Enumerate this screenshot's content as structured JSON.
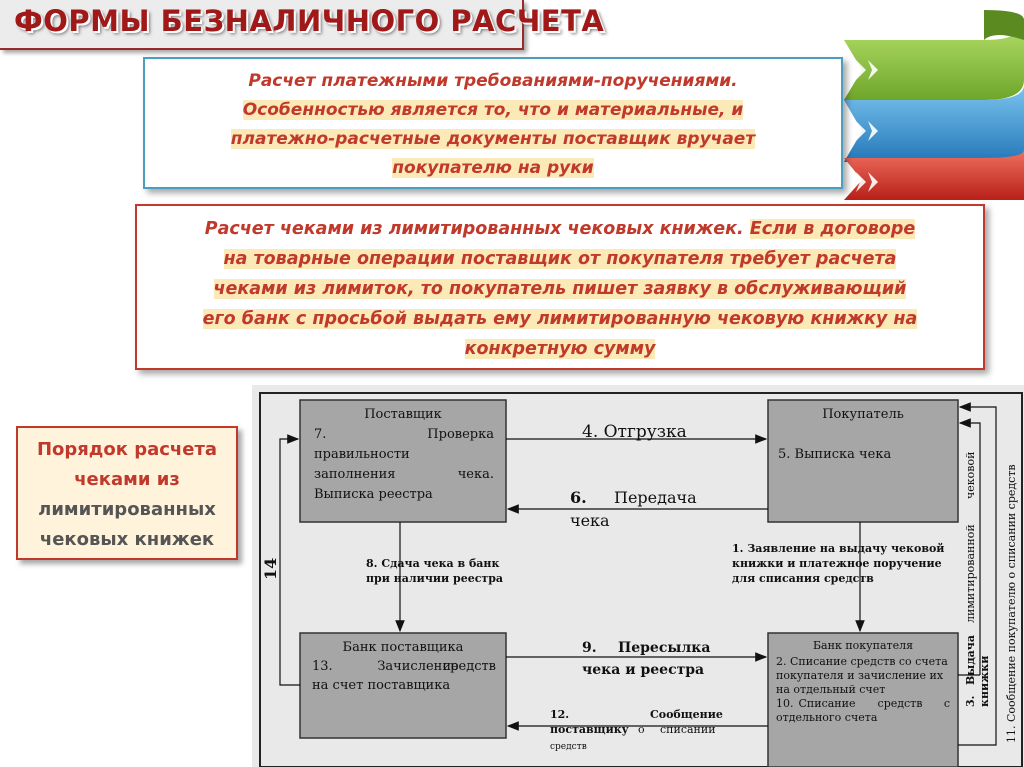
{
  "title": "ФОРМЫ БЕЗНАЛИЧНОГО РАСЧЕТА",
  "box1": {
    "line1": "Расчет платежными требованиями-поручениями.",
    "line2": "Особенностью является то, что и материальные, и",
    "line3": "платежно-расчетные документы поставщик вручает",
    "line4": "покупателю на руки"
  },
  "box2": {
    "line1a": "Расчет чеками из лимитированных чековых книжек.",
    "line1b": "Если в договоре",
    "line2": "на товарные операции поставщик от покупателя требует расчета",
    "line3": "чеками из лимиток, то покупатель пишет заявку в обслуживающий",
    "line4": "его банк с просьбой выдать ему лимитированную чековую книжку на",
    "line5": "конкретную сумму"
  },
  "side": {
    "line1": "Порядок расчета",
    "line2": "чеками из",
    "line3": "лимитированных",
    "line4": "чековых книжек"
  },
  "diagram": {
    "supplier": {
      "title": "Поставщик",
      "l1a": "7.",
      "l1b": "Проверка",
      "l2": "правильности",
      "l3a": "заполнения",
      "l3b": "чека.",
      "l4": "Выписка реестра"
    },
    "buyer": {
      "title": "Покупатель",
      "l1": "5. Выписка чека"
    },
    "supplier_bank": {
      "title": "Банк поставщика",
      "l1a": "13.",
      "l1b": "Зачисление",
      "l1c": "средств",
      "l2": "на счет поставщика"
    },
    "buyer_bank": {
      "title": "Банк покупателя",
      "l1": "2. Списание средств со счета",
      "l2": "покупателя и зачисление их",
      "l3": "на отдельный счет",
      "l4a": "10.",
      "l4b": "Списание",
      "l4c": "средств",
      "l4d": "с",
      "l5": "отдельного счета"
    },
    "step4": "4. Отгрузка",
    "step6a": "6.",
    "step6b": "Передача",
    "step6c": "чека",
    "step8a": "8. Сдача чека в банк",
    "step8b": "при наличии реестра",
    "step1a": "1. Заявление на выдачу чековой",
    "step1b": "книжки и платежное поручение",
    "step1c": "для списания средств",
    "step9a": "9.",
    "step9b": "Пересылка",
    "step9c": "чека и реестра",
    "step12a": "12.",
    "step12b": "Сообщение",
    "step12c": "поставщику",
    "step12d": "о",
    "step12e": "списании",
    "step12f": "средств",
    "step14": "14",
    "step3a": "3.",
    "step3b": "Выдача",
    "step3c": "лимитированной",
    "step3d": "чековой",
    "step3e": "книжки",
    "step11": "11. Сообщение покупателю о списании средств"
  },
  "colors": {
    "accent_red": "#c0392b",
    "title_red": "#a01818",
    "box1_border": "#4a9fc0",
    "ribbon_green": "#8cc63f",
    "ribbon_blue": "#3a9ad9",
    "ribbon_red": "#d9342b"
  }
}
